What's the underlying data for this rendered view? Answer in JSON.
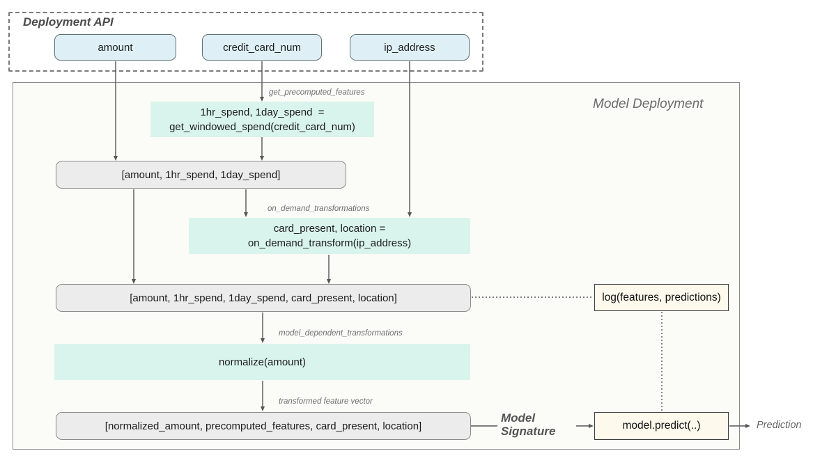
{
  "deployment_api": {
    "title": "Deployment API",
    "inputs": [
      {
        "label": "amount"
      },
      {
        "label": "credit_card_num"
      },
      {
        "label": "ip_address"
      }
    ]
  },
  "model_deployment": {
    "title": "Model Deployment",
    "get_precomputed": {
      "annotation": "get_precomputed_features",
      "line1": "1hr_spend, 1day_spend  =",
      "line2": "get_windowed_spend(credit_card_num)"
    },
    "feature_vector_1": "[amount, 1hr_spend, 1day_spend]",
    "on_demand": {
      "annotation": "on_demand_transformations",
      "line1": "card_present, location =",
      "line2": "on_demand_transform(ip_address)"
    },
    "feature_vector_2": "[amount, 1hr_spend, 1day_spend, card_present, location]",
    "model_dependent": {
      "annotation": "model_dependent_transformations",
      "line1": "normalize(amount)"
    },
    "transformed_annotation": "transformed feature vector",
    "feature_vector_3": "[normalized_amount, precomputed_features, card_present, location]",
    "log_call": "log(features, predictions)",
    "predict_call": "model.predict(..)",
    "model_signature_label": "Model Signature",
    "prediction_label": "Prediction"
  },
  "colors": {
    "input_box_fill": "#def0f6",
    "transform_box_fill": "#d9f4ec",
    "vector_box_fill": "#ececec",
    "io_box_fill": "#fdf9ec",
    "connector": "#555555"
  }
}
